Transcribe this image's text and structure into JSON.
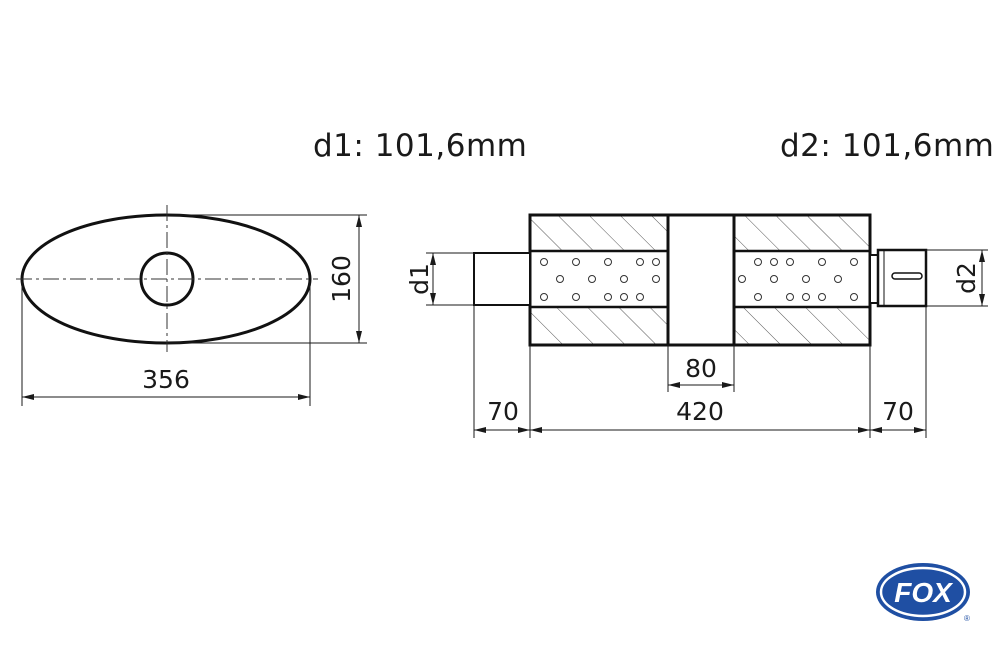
{
  "headings": {
    "d1": "d1: 101,6mm",
    "d2": "d2: 101,6mm"
  },
  "front_view": {
    "width_label": "356",
    "height_label": "160"
  },
  "side_view": {
    "inlet_diameter_label": "d1",
    "outlet_diameter_label": "d2",
    "chamber_gap_label": "80",
    "inlet_pipe_length_label": "70",
    "body_length_label": "420",
    "outlet_pipe_length_label": "70"
  },
  "logo": {
    "text": "FOX",
    "registered": "®",
    "color": "#1f4fa3"
  }
}
